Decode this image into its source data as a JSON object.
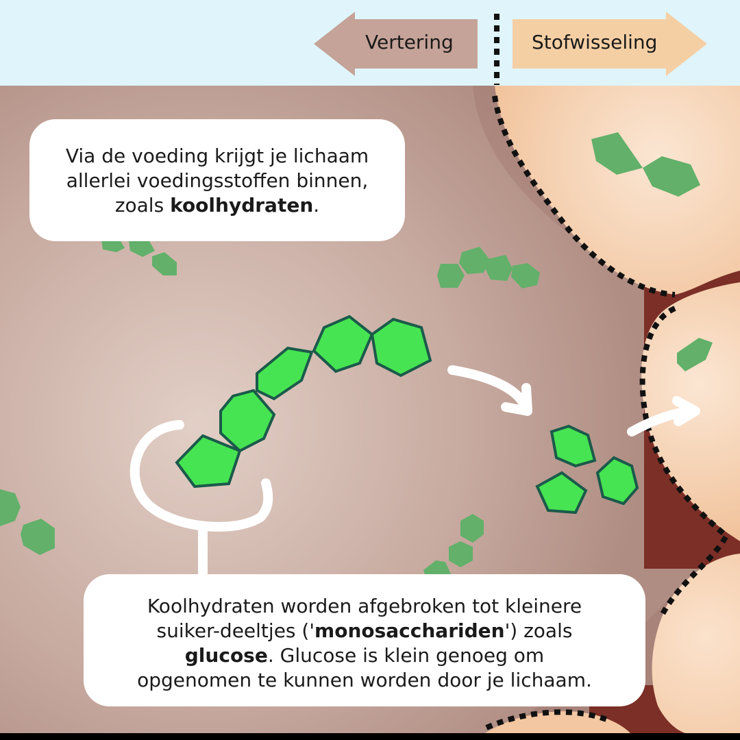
{
  "header": {
    "left_label": "Vertering",
    "right_label": "Stofwisseling",
    "left_arrow_color": "#c5a398",
    "right_arrow_color": "#f5cfa4"
  },
  "bubble_top": {
    "line1": "Via de voeding krijgt je lichaam",
    "line2": "allerlei voedingsstoffen binnen,",
    "line3_pre": "zoals ",
    "line3_bold": "koolhydraten",
    "line3_post": "."
  },
  "bubble_bottom": {
    "line1": "Koolhydraten worden afgebroken tot kleinere",
    "line2_pre": "suiker-deeltjes ('",
    "line2_bold": "monosacchariden",
    "line2_post": "') zoals",
    "line3_bold": "glucose",
    "line3_post": ". Glucose is klein genoeg om",
    "line4": "opgenomen te kunnen worden door je lichaam."
  },
  "colors": {
    "sky": "#dff5fb",
    "intestine": "#c9aca2",
    "cells": "#f7d2b0",
    "cell_gap": "#7b2f26",
    "sugar_bright": "#46e452",
    "sugar_outline": "#1b5a4a",
    "sugar_muted": "#62b06a"
  }
}
